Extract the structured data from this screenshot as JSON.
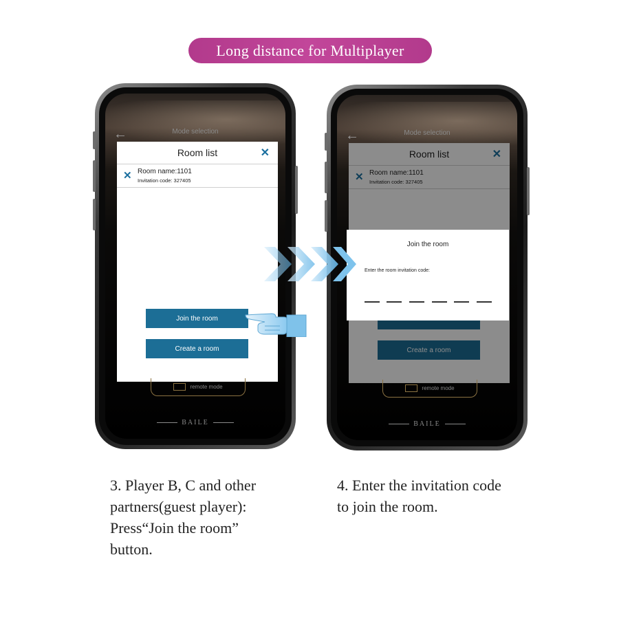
{
  "banner": {
    "title": "Long distance for Multiplayer",
    "color": "#b23a8c"
  },
  "left_phone": {
    "header_title": "Mode selection",
    "back_icon": "back-arrow-icon",
    "modal": {
      "title": "Room list",
      "close_icon": "close-icon",
      "room": {
        "name": "Room name:1101",
        "invitation": "Invitation code:  327405"
      },
      "join_button": "Join the room",
      "create_button": "Create a room"
    },
    "remote_mode": "remote mode",
    "brand": "BAILE"
  },
  "right_phone": {
    "header_title": "Mode selection",
    "modal": {
      "title": "Room list",
      "room": {
        "name": "Room name:1101",
        "invitation": "Invitation code:  327405"
      },
      "create_button": "Create a room"
    },
    "dialog": {
      "title": "Join the room",
      "label": "Enter the room invitation code:"
    },
    "remote_mode": "remote mode",
    "brand": "BAILE"
  },
  "captions": {
    "step3": [
      "3. Player B, C and other",
      "partners(guest player):",
      "Press“Join the room”",
      "button."
    ],
    "step4": [
      "4. Enter the invitation code",
      "to join the room."
    ]
  },
  "accent_color": "#1c6e96",
  "arrow_color": "#7ec3ec"
}
